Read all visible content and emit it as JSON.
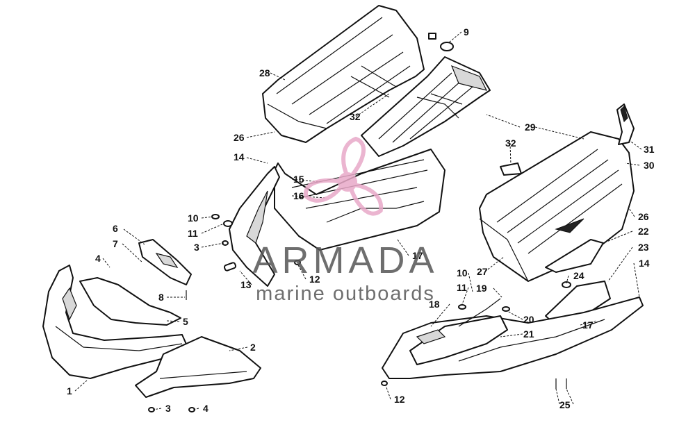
{
  "callouts": [
    {
      "id": "c1",
      "label": "1"
    },
    {
      "id": "c2",
      "label": "2"
    },
    {
      "id": "c3a",
      "label": "3"
    },
    {
      "id": "c3b",
      "label": "3"
    },
    {
      "id": "c4a",
      "label": "4"
    },
    {
      "id": "c4b",
      "label": "4"
    },
    {
      "id": "c5",
      "label": "5"
    },
    {
      "id": "c6",
      "label": "6"
    },
    {
      "id": "c7",
      "label": "7"
    },
    {
      "id": "c8",
      "label": "8"
    },
    {
      "id": "c9",
      "label": "9"
    },
    {
      "id": "c10a",
      "label": "10"
    },
    {
      "id": "c10b",
      "label": "10"
    },
    {
      "id": "c11a",
      "label": "11"
    },
    {
      "id": "c11b",
      "label": "11"
    },
    {
      "id": "c12a",
      "label": "12"
    },
    {
      "id": "c12b",
      "label": "12"
    },
    {
      "id": "c13",
      "label": "13"
    },
    {
      "id": "c14a",
      "label": "14"
    },
    {
      "id": "c14b",
      "label": "14"
    },
    {
      "id": "c15",
      "label": "15"
    },
    {
      "id": "c16",
      "label": "16"
    },
    {
      "id": "c17a",
      "label": "17"
    },
    {
      "id": "c17b",
      "label": "17"
    },
    {
      "id": "c18",
      "label": "18"
    },
    {
      "id": "c19",
      "label": "19"
    },
    {
      "id": "c20",
      "label": "20"
    },
    {
      "id": "c21",
      "label": "21"
    },
    {
      "id": "c22",
      "label": "22"
    },
    {
      "id": "c23",
      "label": "23"
    },
    {
      "id": "c24",
      "label": "24"
    },
    {
      "id": "c25",
      "label": "25"
    },
    {
      "id": "c26a",
      "label": "26"
    },
    {
      "id": "c26b",
      "label": "26"
    },
    {
      "id": "c27",
      "label": "27"
    },
    {
      "id": "c28",
      "label": "28"
    },
    {
      "id": "c29",
      "label": "29"
    },
    {
      "id": "c30",
      "label": "30"
    },
    {
      "id": "c31",
      "label": "31"
    },
    {
      "id": "c32a",
      "label": "32"
    },
    {
      "id": "c32b",
      "label": "32"
    }
  ],
  "watermark": {
    "brand": "ARMADA",
    "tagline": "marine outboards",
    "logo_icon": "propeller-icon",
    "logo_color": "#e8a9c8",
    "text_color": "#555555"
  }
}
